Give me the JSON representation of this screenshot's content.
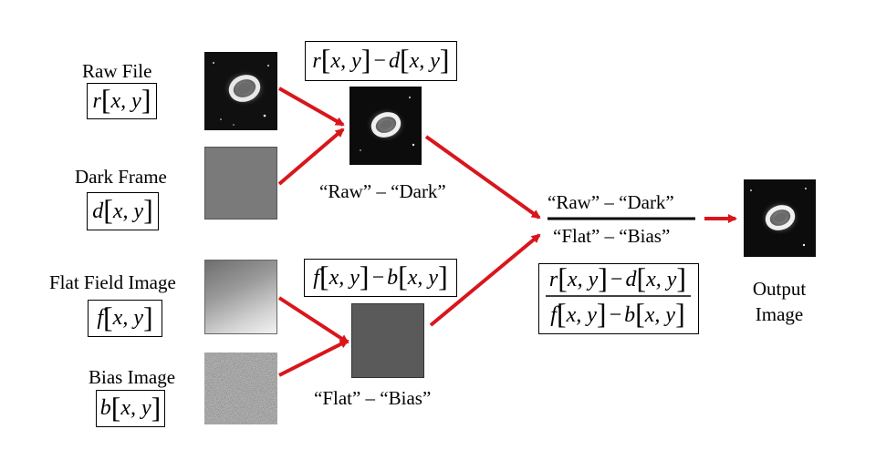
{
  "inputs": {
    "raw": {
      "label": "Raw File",
      "symbol": "r"
    },
    "dark": {
      "label": "Dark Frame",
      "symbol": "d"
    },
    "flat": {
      "label": "Flat Field Image",
      "symbol": "f"
    },
    "bias": {
      "label": "Bias Image",
      "symbol": "b"
    }
  },
  "coords": "x, y",
  "minus": "−",
  "steps": {
    "raw_minus_dark": {
      "caption": "“Raw” – “Dark”"
    },
    "flat_minus_bias": {
      "caption": "“Flat” – “Bias”"
    }
  },
  "ratio": {
    "numerator": "“Raw” – “Dark”",
    "denominator": "“Flat” – “Bias”"
  },
  "output": {
    "line1": "Output",
    "line2": "Image"
  },
  "colors": {
    "arrow": "#d9161c",
    "dark_frame": "#7a7a7a",
    "flat_minus_bias": "#5a5a5a"
  }
}
